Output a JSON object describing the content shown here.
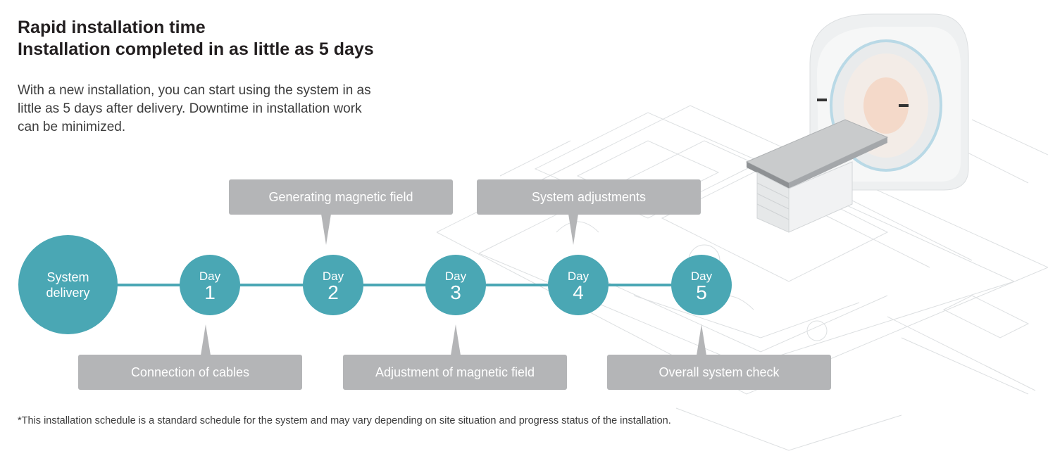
{
  "heading": {
    "line1": "Rapid installation time",
    "line2": "Installation completed in as little as 5 days"
  },
  "intro": {
    "line1": "With a new installation, you can start using the system in as",
    "line2": "little as 5 days after delivery. Downtime in installation work",
    "line3": "can be minimized."
  },
  "timeline": {
    "start": {
      "line1": "System",
      "line2": "delivery"
    },
    "days": [
      {
        "label": "Day",
        "number": "1"
      },
      {
        "label": "Day",
        "number": "2"
      },
      {
        "label": "Day",
        "number": "3"
      },
      {
        "label": "Day",
        "number": "4"
      },
      {
        "label": "Day",
        "number": "5"
      }
    ],
    "top_callouts": [
      "Generating magnetic field",
      "System adjustments"
    ],
    "bottom_callouts": [
      "Connection of cables",
      "Adjustment of magnetic field",
      "Overall system check"
    ]
  },
  "footnote": "*This installation schedule is a standard schedule for the system and may vary depending on site situation and progress status of the installation.",
  "colors": {
    "accent": "#4aa7b4",
    "callout": "#b4b5b7",
    "text": "#231f20"
  },
  "icons": [
    "mri-scanner-illustration",
    "blueprint-background"
  ]
}
